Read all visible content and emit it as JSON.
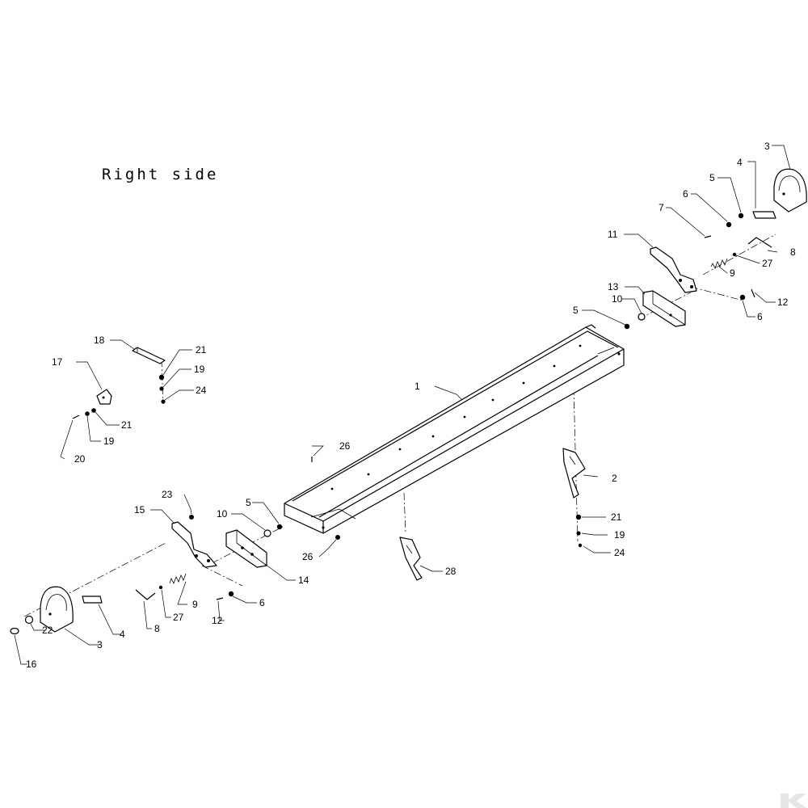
{
  "title": "Right side",
  "callouts": {
    "c1": "1",
    "c2": "2",
    "c3a": "3",
    "c3b": "3",
    "c4a": "4",
    "c4b": "4",
    "c5a": "5",
    "c5b": "5",
    "c5c": "5",
    "c6a": "6",
    "c6b": "6",
    "c6c": "6",
    "c7": "7",
    "c8a": "8",
    "c8b": "8",
    "c9a": "9",
    "c9b": "9",
    "c10a": "10",
    "c10b": "10",
    "c11": "11",
    "c12a": "12",
    "c12b": "12",
    "c13": "13",
    "c14": "14",
    "c15": "15",
    "c16": "16",
    "c17": "17",
    "c18": "18",
    "c19a": "19",
    "c19b": "19",
    "c19c": "19",
    "c20": "20",
    "c21a": "21",
    "c21b": "21",
    "c21c": "21",
    "c22": "22",
    "c23": "23",
    "c24a": "24",
    "c24b": "24",
    "c26a": "26",
    "c26b": "26",
    "c27a": "27",
    "c27b": "27",
    "c28": "28"
  },
  "logo_icon": "k-brand-logo-icon"
}
